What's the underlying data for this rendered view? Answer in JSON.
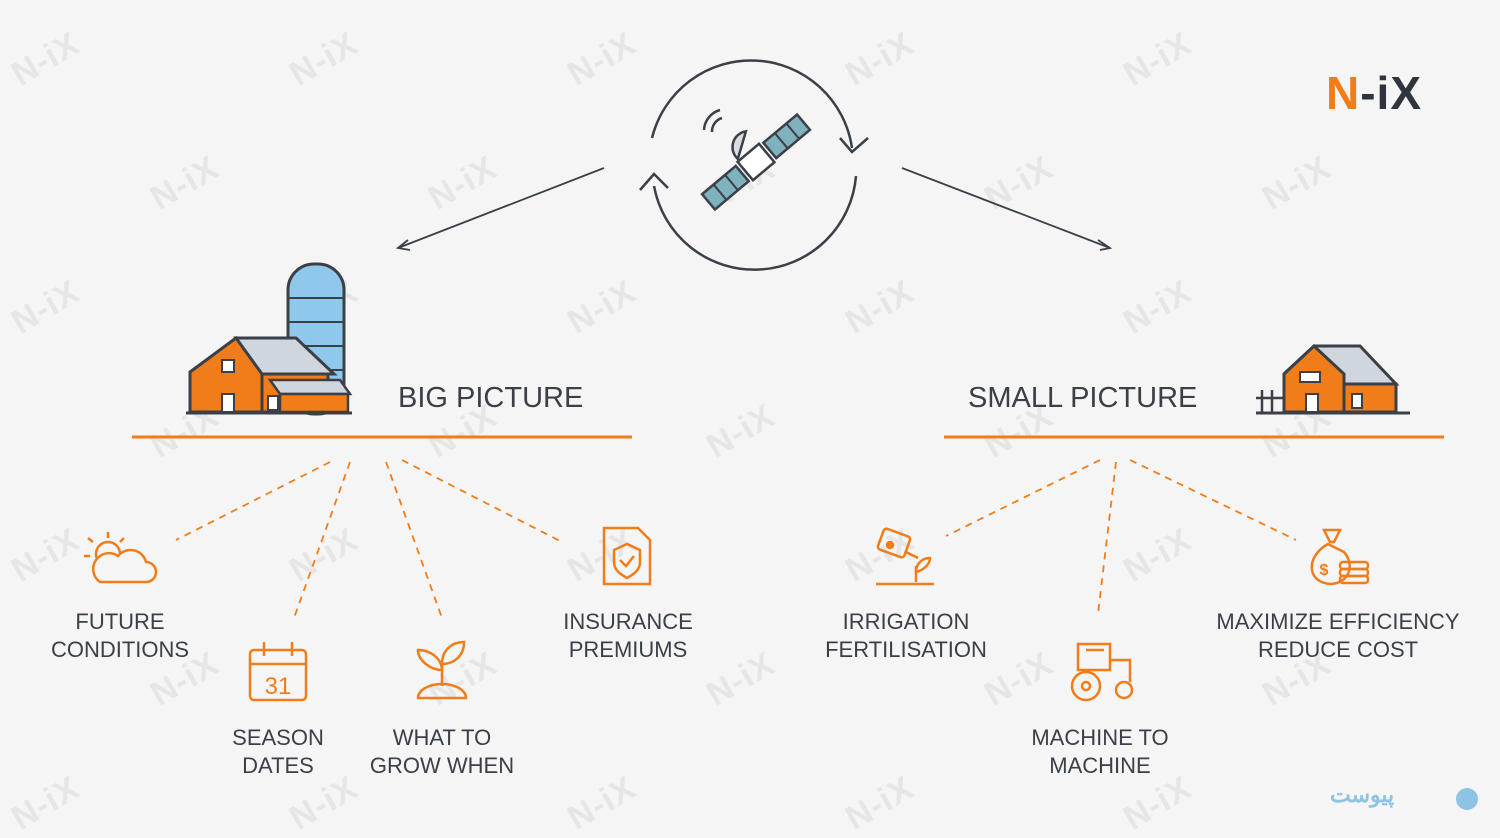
{
  "brand": {
    "logo_n": "N",
    "logo_rest": "-iX",
    "watermark": "N-iX"
  },
  "left": {
    "heading": "BIG PICTURE",
    "items": [
      {
        "line1": "FUTURE",
        "line2": "CONDITIONS"
      },
      {
        "line1": "SEASON",
        "line2": "DATES"
      },
      {
        "line1": "WHAT TO",
        "line2": "GROW WHEN"
      },
      {
        "line1": "INSURANCE",
        "line2": "PREMIUMS"
      }
    ],
    "calendar_day": "31"
  },
  "right": {
    "heading": "SMALL PICTURE",
    "items": [
      {
        "line1": "IRRIGATION",
        "line2": "FERTILISATION"
      },
      {
        "line1": "MACHINE TO",
        "line2": "MACHINE"
      },
      {
        "line1": "MAXIMIZE EFFICIENCY",
        "line2": "REDUCE COST"
      }
    ]
  },
  "footer": {
    "text": "پیوست"
  },
  "colors": {
    "orange": "#f07d19",
    "dark": "#3b3f48",
    "teal": "#7fb2bd",
    "sky": "#8fc8ea"
  }
}
